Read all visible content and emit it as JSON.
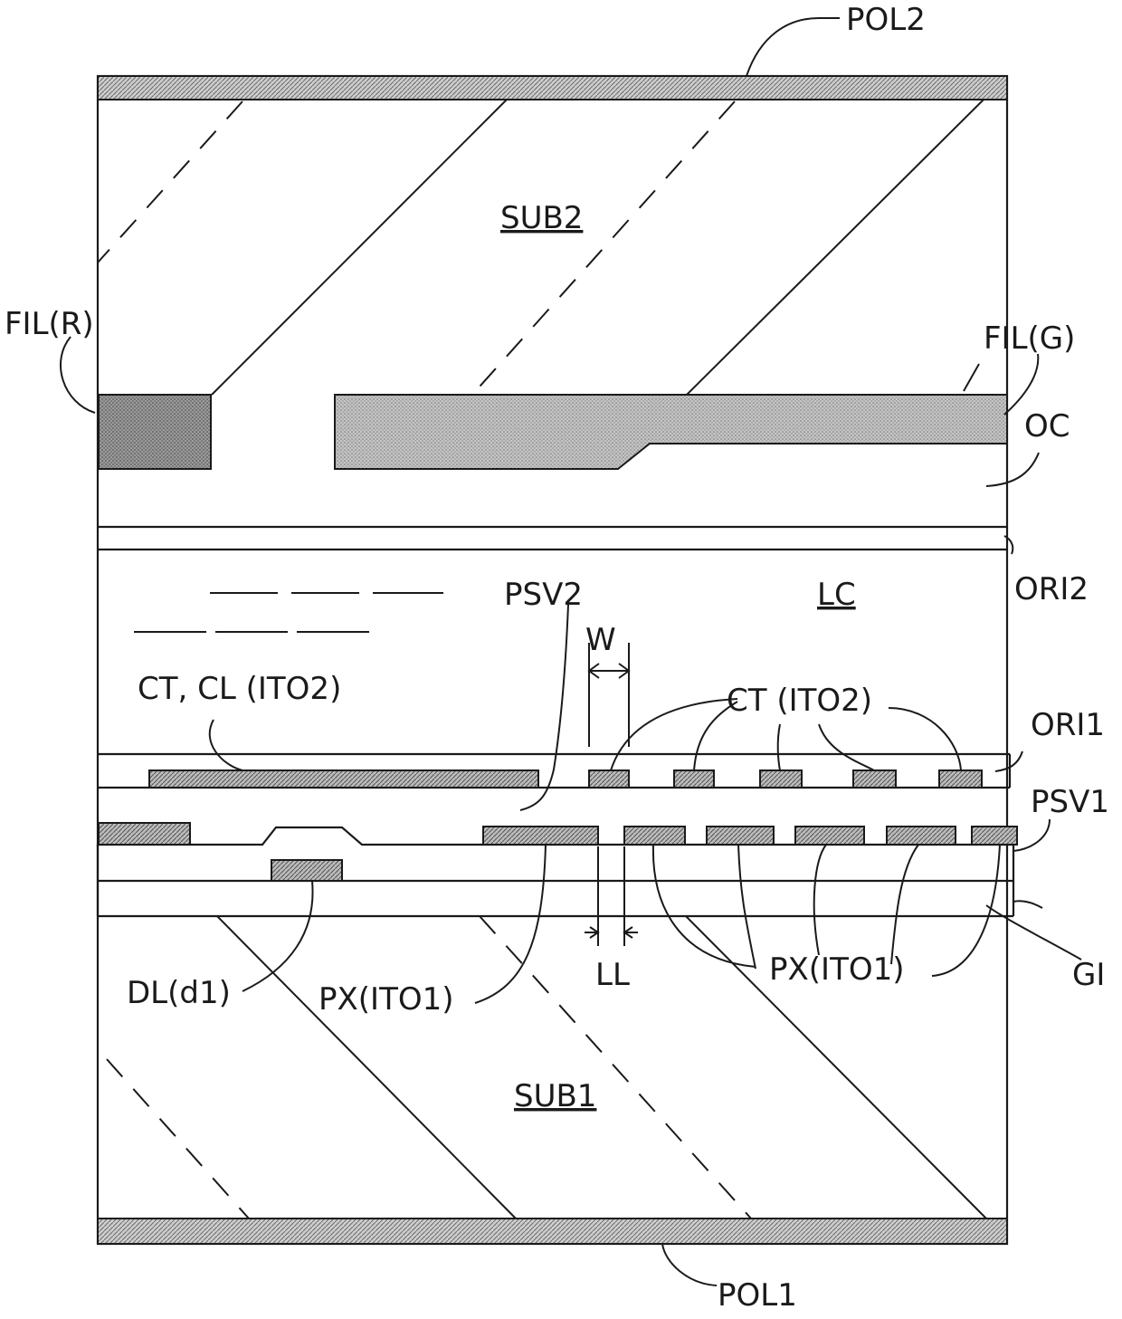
{
  "labels": {
    "pol2": "POL2",
    "sub2": "SUB2",
    "fil_r": "FIL(R)",
    "fil_g": "FIL(G)",
    "oc": "OC",
    "ori2": "ORI2",
    "psv2": "PSV2",
    "lc": "LC",
    "w": "W",
    "ct_cl": "CT, CL (ITO2)",
    "ct": "CT (ITO2)",
    "ori1": "ORI1",
    "psv1": "PSV1",
    "gi": "GI",
    "dl": "DL(d1)",
    "px_left": "PX(ITO1)",
    "ll": "LL",
    "px_right": "PX(ITO1)",
    "sub1": "SUB1",
    "pol1": "POL1"
  },
  "colors": {
    "line": "#1a1a1a",
    "polarizer": "#bdbdbd",
    "filter_red": "#8f8f8f",
    "filter_green": "#b3b3b3",
    "electrode": "#a9a9a9",
    "background": "#ffffff"
  }
}
